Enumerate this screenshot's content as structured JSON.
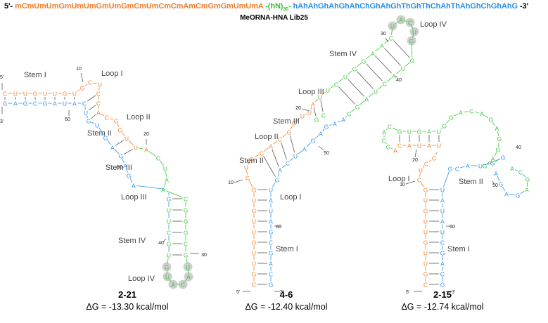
{
  "header": {
    "five_prime": "5'-",
    "meo_seq": "mCmUmUmGmUmUmGmUmGmCmUmCmCmAmCmGmGmUmUmA",
    "linker_open": "-(hN)",
    "linker_sub": "30",
    "linker_close": "-",
    "hna_seq": "hAhAhGhAhGhAhChGhAhGhThGhThChAhThAhGhChGhAhG",
    "three_prime": "-3'",
    "colors": {
      "meo": "#f07c28",
      "linker": "#35c435",
      "hna": "#2a8ee6",
      "text": "#000000"
    }
  },
  "library_label": "MeORNA-HNA Lib25",
  "structures": [
    {
      "id": "2-21",
      "dg": "ΔG = -13.30 kcal/mol",
      "labels": {
        "stem1": "Stem I",
        "loop1": "Loop I",
        "loop2": "Loop II",
        "stem2": "Stem II",
        "stem3": "Stem III",
        "loop3": "Loop III",
        "stem4": "Stem IV",
        "loop4": "Loop IV"
      },
      "top_strand": [
        "C",
        "U",
        "U",
        "G",
        "U",
        "U",
        "G",
        "U"
      ],
      "bottom_strand": [
        "G",
        "A",
        "G",
        "C",
        "G",
        "A",
        "U",
        "A"
      ],
      "loop1": [
        "G",
        "C",
        "U"
      ],
      "stem2_left": [
        "C",
        "C",
        "A"
      ],
      "stem2_right": [
        "U",
        "G",
        "U"
      ],
      "loop2": [
        "C",
        "G",
        "G"
      ],
      "stem3_left": [
        "U",
        "U"
      ],
      "stem3_right": [
        "A",
        "G"
      ],
      "loop3_right": [
        "A",
        "C",
        "U",
        "A",
        "A"
      ],
      "loop3_left": [
        "A",
        "G",
        "A"
      ],
      "stem4_left": [
        "G",
        "U",
        "U",
        "C",
        "G",
        "U"
      ],
      "stem4_right": [
        "C",
        "G",
        "G",
        "G",
        "C",
        "G"
      ],
      "loop4": [
        "G",
        "U",
        "A",
        "C",
        "A",
        "U"
      ],
      "numbers": {
        "n10": "10",
        "n20": "20",
        "n30": "30",
        "n40": "40",
        "n50": "50",
        "n60": "60"
      },
      "ends": {
        "five": "5'",
        "three": "3'"
      }
    },
    {
      "id": "4-6",
      "dg": "ΔG = -12.40 kcal/mol",
      "labels": {
        "stem1": "Stem I",
        "loop1": "Loop I",
        "stem2": "Stem II",
        "loop2": "Loop II",
        "stem3": "Stem III",
        "loop3": "Loop III",
        "stem4": "Stem IV",
        "loop4": "Loop IV"
      },
      "stem1_left": [
        "C",
        "G",
        "U",
        "U",
        "G",
        "U",
        "U",
        "G",
        "U",
        "G"
      ],
      "stem1_right": [
        "G",
        "C",
        "A",
        "G",
        "C",
        "G",
        "A",
        "U",
        "A",
        "U"
      ],
      "loop1_left": [
        "C",
        "U",
        "C"
      ],
      "stem2_left": [
        "C",
        "A",
        "C",
        "G"
      ],
      "stem2_right": [
        "G",
        "A",
        "C",
        "U"
      ],
      "loop2": [
        "G",
        "U",
        "U"
      ],
      "stem3_left": [
        "A",
        "U",
        "U"
      ],
      "stem3_right": [
        "A",
        "G",
        "A"
      ],
      "loop3": [
        "G",
        "A",
        "A",
        "G"
      ],
      "stem4_left": [
        "C",
        "U",
        "G",
        "G",
        "A",
        "A",
        "C"
      ],
      "stem4_right": [
        "G",
        "A",
        "U",
        "C",
        "A",
        "U",
        "G"
      ],
      "loop4": [
        "U",
        "A",
        "C",
        "U",
        "G"
      ],
      "numbers": {
        "n10": "10",
        "n20": "20",
        "n30": "30",
        "n40": "40",
        "n50": "50",
        "n60": "60"
      },
      "ends": {
        "five": "5'",
        "three": "3'"
      }
    },
    {
      "id": "2-15",
      "dg": "ΔG = -12.74 kcal/mol",
      "labels": {
        "loop1": "Loop I",
        "stem1": "Stem I",
        "stem2": "Stem II"
      },
      "stem1_left": [
        "C",
        "G",
        "U",
        "U",
        "G",
        "U",
        "U",
        "G",
        "U",
        "G"
      ],
      "stem1_right": [
        "G",
        "C",
        "A",
        "G",
        "C",
        "U",
        "A",
        "U",
        "A",
        "U"
      ],
      "loop1_left": [
        "C",
        "U",
        "C",
        "C"
      ],
      "upper_top": [
        "G",
        "U",
        "G",
        "A",
        "U"
      ],
      "upper_bottom": [
        "C",
        "A",
        "U",
        "A",
        "U"
      ],
      "upper_left_loop": [
        "C",
        "A",
        "C",
        "G",
        "A"
      ],
      "big_loop": [
        "G",
        "G",
        "A",
        "C",
        "A",
        "G",
        "A",
        "G",
        "G",
        "A",
        "G"
      ],
      "right_branch": [
        "C",
        "A",
        "U",
        "G",
        "G",
        "A",
        "G",
        "C",
        "A",
        "G"
      ],
      "bottom_loop": [
        "G",
        "A",
        "G",
        "C"
      ],
      "numbers": {
        "n10": "10",
        "n20": "20",
        "n40": "40",
        "n50": "50",
        "n60": "60"
      },
      "ends": {
        "five": "5'",
        "three": "3'"
      }
    }
  ]
}
